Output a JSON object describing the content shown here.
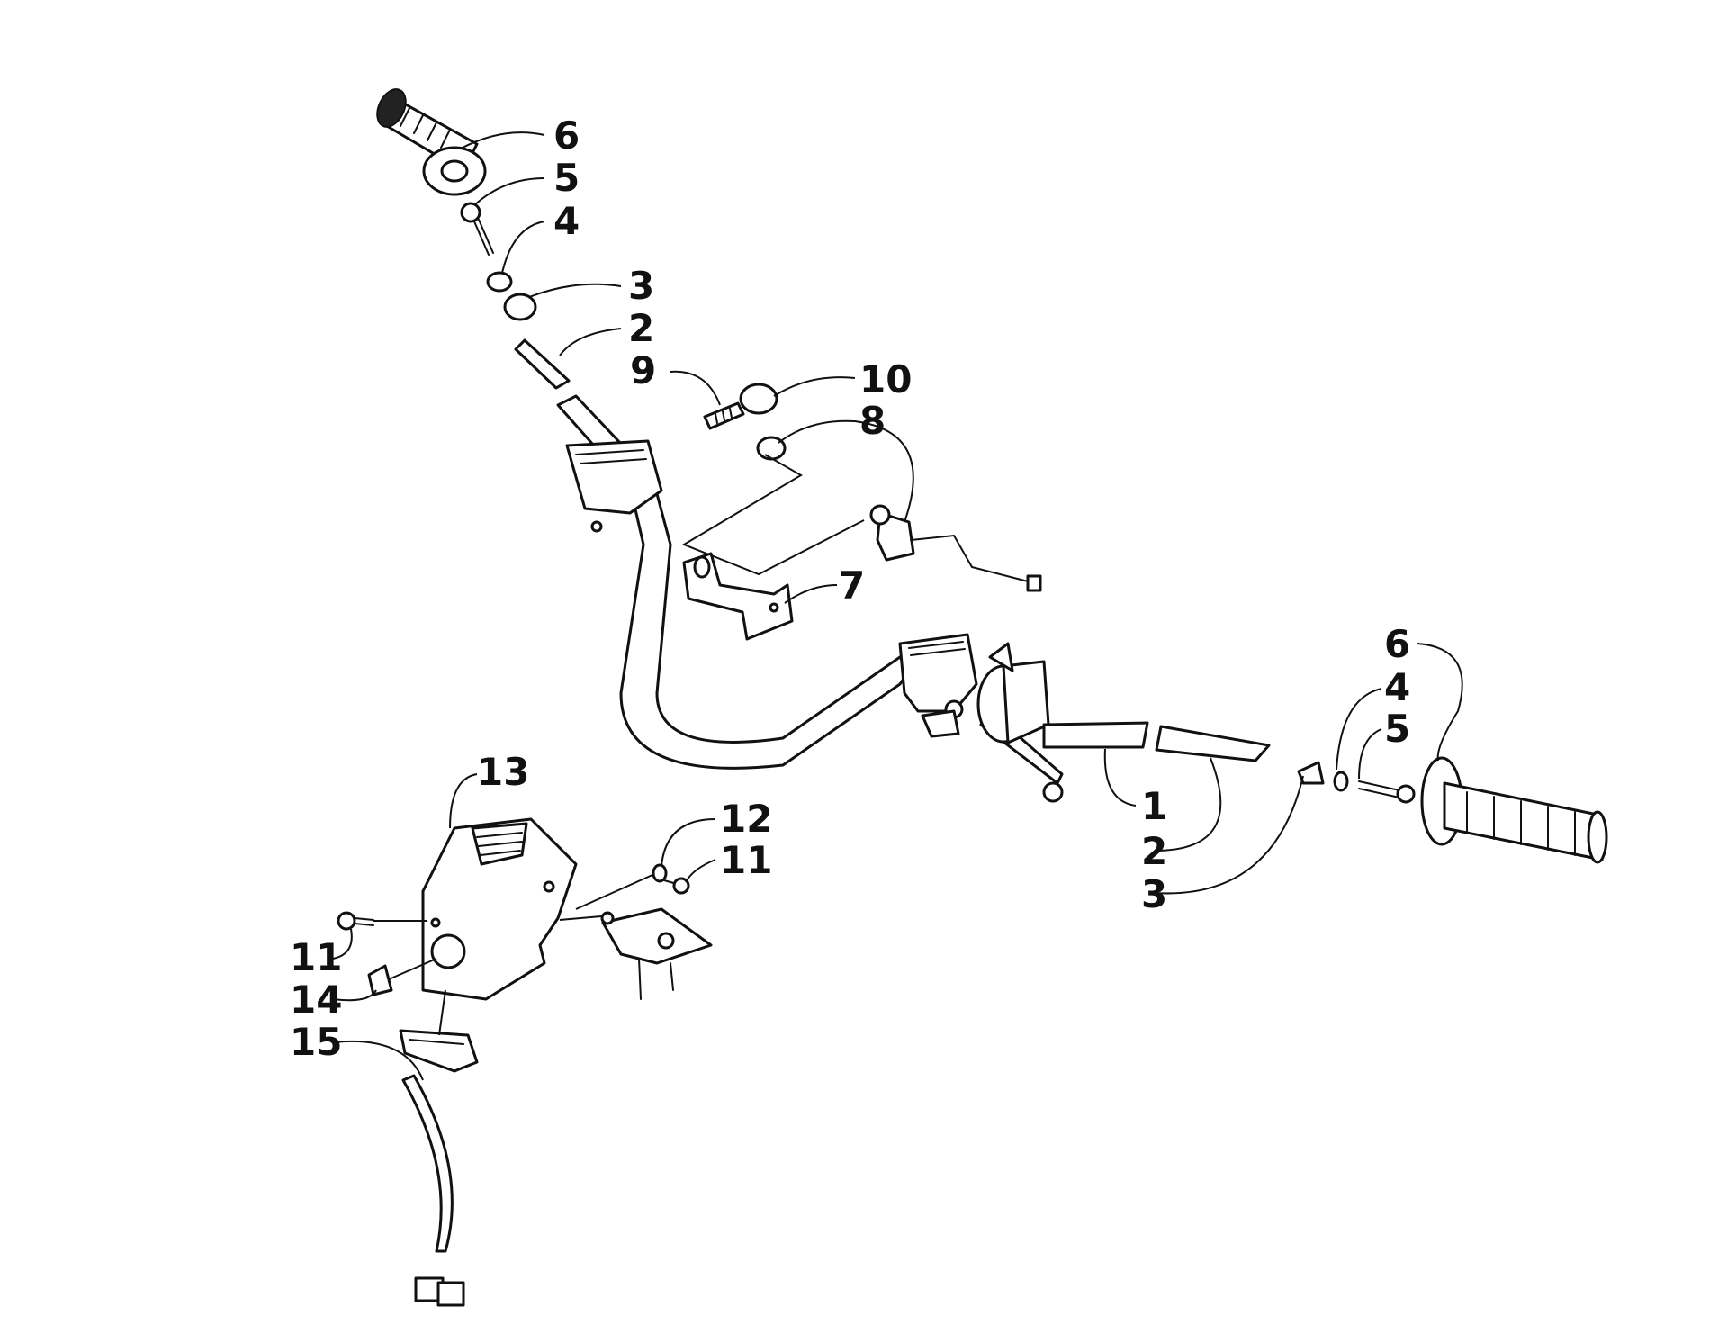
{
  "diagram": {
    "callouts": [
      {
        "id": "c6a",
        "label": "6"
      },
      {
        "id": "c5a",
        "label": "5"
      },
      {
        "id": "c4a",
        "label": "4"
      },
      {
        "id": "c3a",
        "label": "3"
      },
      {
        "id": "c2a",
        "label": "2"
      },
      {
        "id": "c9",
        "label": "9"
      },
      {
        "id": "c10",
        "label": "10"
      },
      {
        "id": "c8",
        "label": "8"
      },
      {
        "id": "c7",
        "label": "7"
      },
      {
        "id": "c6b",
        "label": "6"
      },
      {
        "id": "c4b",
        "label": "4"
      },
      {
        "id": "c5b",
        "label": "5"
      },
      {
        "id": "c1",
        "label": "1"
      },
      {
        "id": "c2b",
        "label": "2"
      },
      {
        "id": "c3b",
        "label": "3"
      },
      {
        "id": "c13",
        "label": "13"
      },
      {
        "id": "c12",
        "label": "12"
      },
      {
        "id": "c11a",
        "label": "11"
      },
      {
        "id": "c11b",
        "label": "11"
      },
      {
        "id": "c14",
        "label": "14"
      },
      {
        "id": "c15",
        "label": "15"
      }
    ]
  }
}
